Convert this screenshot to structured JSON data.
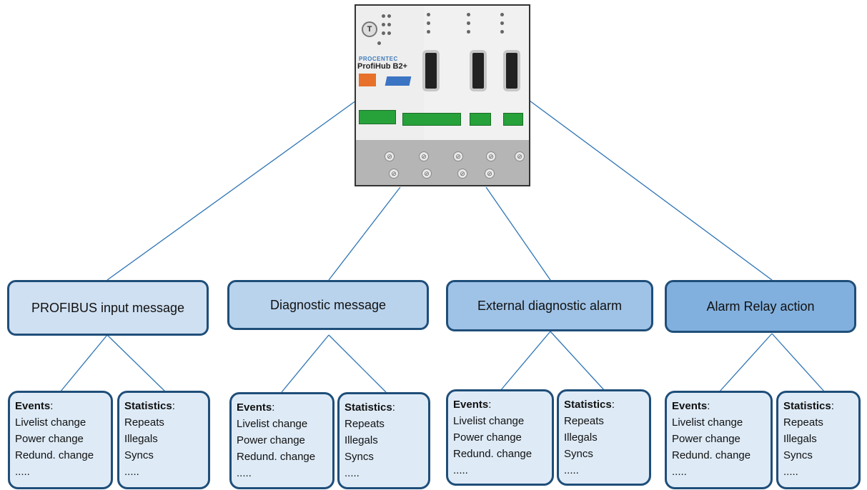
{
  "device": {
    "brand": "PROCENTEC",
    "model": "ProfiHub B2+"
  },
  "nodes": [
    {
      "label": "PROFIBUS input message",
      "fill": "#cfe0f2"
    },
    {
      "label": "Diagnostic message",
      "fill": "#b9d3ed"
    },
    {
      "label": "External diagnostic  alarm",
      "fill": "#9fc3e7"
    },
    {
      "label": "Alarm Relay action",
      "fill": "#82b0de"
    }
  ],
  "events": {
    "heading": "Events",
    "colon": ":",
    "items": [
      "Livelist change",
      "Power change",
      "Redund. change",
      "....."
    ]
  },
  "statistics": {
    "heading": "Statistics",
    "colon": ":",
    "items": [
      "Repeats",
      "Illegals",
      "Syncs",
      "....."
    ]
  },
  "colors": {
    "line": "#2e74b5",
    "border": "#1f4e79",
    "leaf_fill": "#deebf7"
  }
}
